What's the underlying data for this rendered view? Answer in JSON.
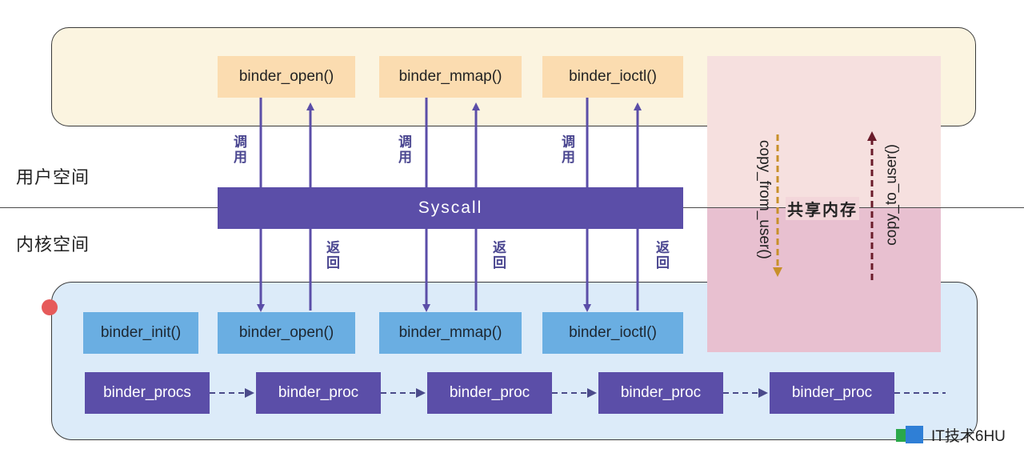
{
  "zones": {
    "user_space": "用户空间",
    "kernel_space": "内核空间"
  },
  "user_calls": [
    "binder_open()",
    "binder_mmap()",
    "binder_ioctl()"
  ],
  "kernel_calls": [
    "binder_init()",
    "binder_open()",
    "binder_mmap()",
    "binder_ioctl()"
  ],
  "syscall": "Syscall",
  "call_label": "调用",
  "return_label": "返回",
  "shared_memory": {
    "label": "共享内存",
    "copy_from": "copy_from_user()",
    "copy_to": "copy_to_user()"
  },
  "procs": [
    "binder_procs",
    "binder_proc",
    "binder_proc",
    "binder_proc",
    "binder_proc"
  ],
  "watermark": "IT技术6HU",
  "colors": {
    "user_box": "#fbdcb0",
    "kernel_box": "#6aaee2",
    "proc_box": "#5b4ea8",
    "arrow": "#5b4ea8",
    "shared_top": "#f6e0df",
    "shared_bottom": "#e8c0d0"
  }
}
